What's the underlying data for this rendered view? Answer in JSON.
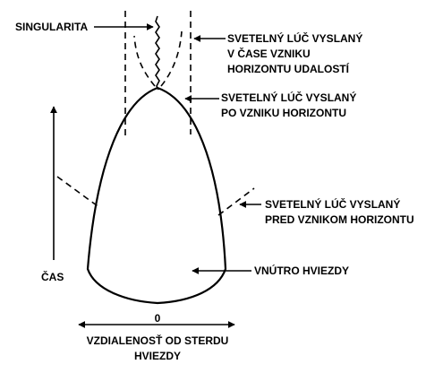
{
  "labels": {
    "singularity": "SINGULARITA",
    "light_at_horizon": [
      "SVETELNÝ LÚČ VYSLANÝ",
      "V ČASE VZNIKU",
      "HORIZONTU UDALOSTÍ"
    ],
    "light_after_horizon": [
      "SVETELNÝ LÚČ VYSLANÝ",
      "PO VZNIKU HORIZONTU"
    ],
    "light_before_horizon": [
      "SVETELNÝ LÚČ VYSLANÝ",
      "PRED VZNIKOM HORIZONTU"
    ],
    "star_interior": "VNÚTRO HVIEZDY",
    "time_axis": "ČAS",
    "distance_zero": "0",
    "distance_axis": [
      "VZDIALENOSŤ OD STERDU",
      "HVIEZDY"
    ]
  },
  "colors": {
    "ink": "#000000",
    "background": "#ffffff"
  }
}
